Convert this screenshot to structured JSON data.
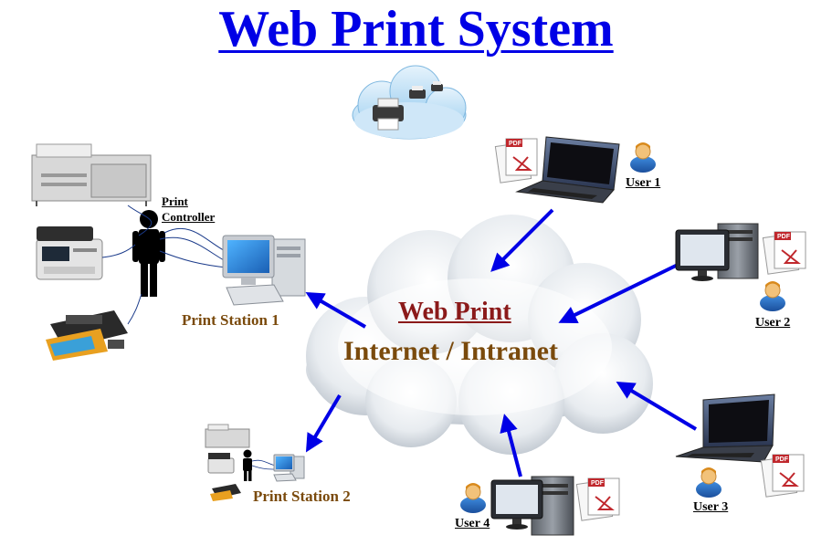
{
  "title": "Web Print System",
  "cloud": {
    "line1": "Web Print",
    "line2": "Internet / Intranet"
  },
  "station1": {
    "label": "Print Station 1",
    "controller_line1": "Print",
    "controller_line2": "Controller"
  },
  "station2": {
    "label": "Print Station 2"
  },
  "users": [
    {
      "label": "User 1"
    },
    {
      "label": "User 2"
    },
    {
      "label": "User 3"
    },
    {
      "label": "User 4"
    }
  ],
  "doc_label": "PDF",
  "colors": {
    "title": "#0000e6",
    "arrow": "#0000e6",
    "label_brown": "#7a4a0c",
    "cloud_text_underlined": "#8b1a1a"
  }
}
